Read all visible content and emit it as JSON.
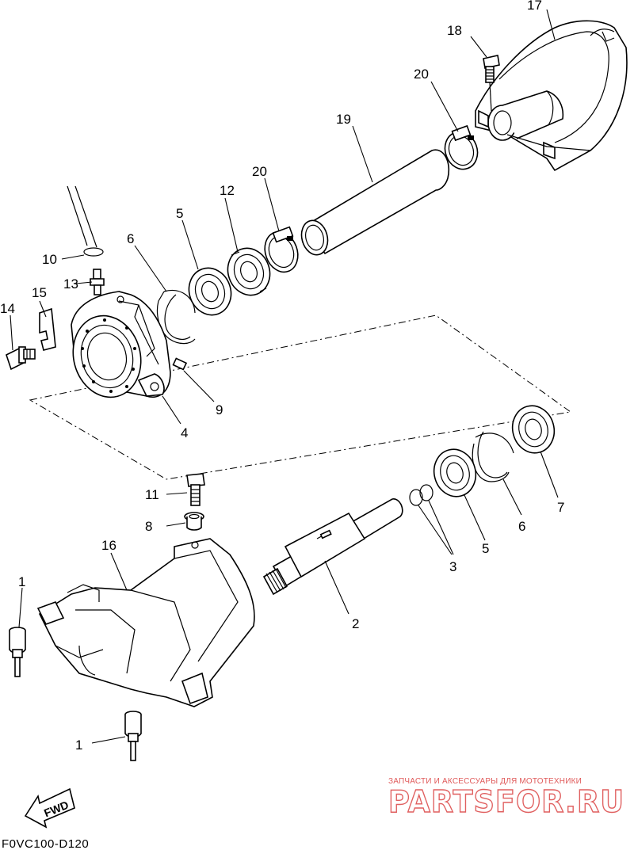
{
  "diagram": {
    "part_labels": [
      {
        "id": "p1a",
        "number": "1"
      },
      {
        "id": "p1b",
        "number": "1"
      },
      {
        "id": "p2",
        "number": "2"
      },
      {
        "id": "p3",
        "number": "3"
      },
      {
        "id": "p4",
        "number": "4"
      },
      {
        "id": "p5a",
        "number": "5"
      },
      {
        "id": "p5b",
        "number": "5"
      },
      {
        "id": "p6a",
        "number": "6"
      },
      {
        "id": "p6b",
        "number": "6"
      },
      {
        "id": "p7",
        "number": "7"
      },
      {
        "id": "p8",
        "number": "8"
      },
      {
        "id": "p9",
        "number": "9"
      },
      {
        "id": "p10",
        "number": "10"
      },
      {
        "id": "p11",
        "number": "11"
      },
      {
        "id": "p12",
        "number": "12"
      },
      {
        "id": "p13",
        "number": "13"
      },
      {
        "id": "p14",
        "number": "14"
      },
      {
        "id": "p15",
        "number": "15"
      },
      {
        "id": "p16",
        "number": "16"
      },
      {
        "id": "p17",
        "number": "17"
      },
      {
        "id": "p18",
        "number": "18"
      },
      {
        "id": "p19",
        "number": "19"
      },
      {
        "id": "p20a",
        "number": "20"
      },
      {
        "id": "p20b",
        "number": "20"
      }
    ],
    "fwd_label": "FWD",
    "drawing_code": "F0VC100-D120"
  },
  "watermark": {
    "tagline": "ЗАПЧАСТИ И АКСЕССУАРЫ ДЛЯ МОТОТЕХНИКИ",
    "brand": "PARTSFOR.RU",
    "color": "#e05a5a"
  }
}
